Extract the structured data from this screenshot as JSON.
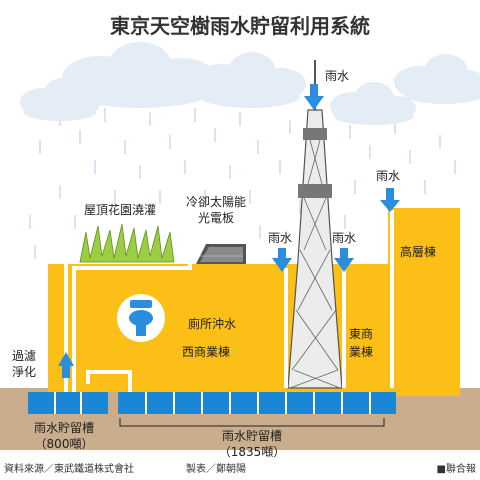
{
  "title": "東京天空樹雨水貯留利用系統",
  "labels": {
    "rain_top": "雨水",
    "rain_right": "雨水",
    "rain_a": "雨水",
    "rain_b": "雨水",
    "roof_garden": "屋頂花園澆灌",
    "solar_line1": "冷卻太陽能",
    "solar_line2": "光電板",
    "toilet": "廁所沖水",
    "west_building": "西商業棟",
    "east_line1": "東商",
    "east_line2": "業棟",
    "highrise": "高層棟",
    "filter_line1": "過濾",
    "filter_line2": "淨化",
    "tank_small_line1": "雨水貯留槽",
    "tank_small_line2": "（800噸）",
    "tank_big_line1": "雨水貯留槽",
    "tank_big_line2": "（1835噸）"
  },
  "credits": {
    "source": "資料來源／東武鐵道株式會社",
    "maker": "製表／鄭朝陽",
    "publisher": "■聯合報"
  },
  "colors": {
    "building": "#fbbf17",
    "ground": "#c9ad8c",
    "tank": "#1a86d6",
    "sky_rain": "#bdd3e8",
    "arrow": "#2a8de0",
    "tower": "#555555",
    "grass": "#9ccd42"
  },
  "icons": [
    "cloud-icon",
    "rain-arrow-icon",
    "grass-icon",
    "solar-panel-icon",
    "toilet-icon",
    "tower-icon"
  ]
}
